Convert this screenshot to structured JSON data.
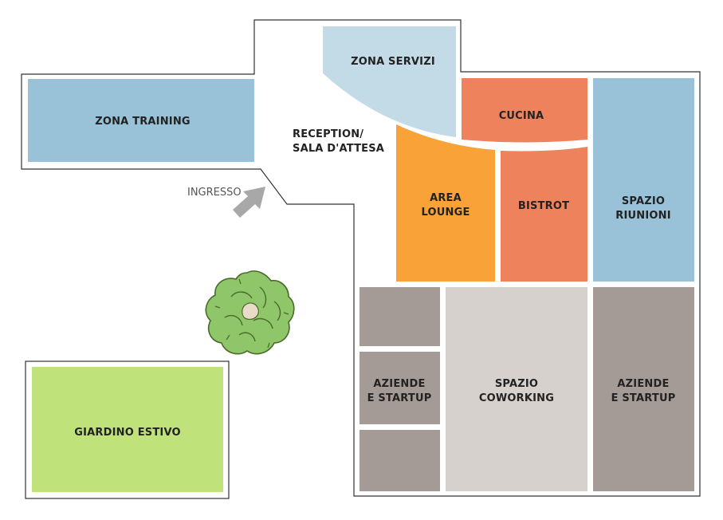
{
  "floor_plan": {
    "entrance_label": "INGRESSO",
    "rooms": {
      "zona_training": {
        "label_lines": [
          "ZONA TRAINING"
        ],
        "color": "#99c2d8"
      },
      "zona_servizi": {
        "label_lines": [
          "ZONA SERVIZI"
        ],
        "color": "#c3dbe6"
      },
      "reception": {
        "label_lines": [
          "RECEPTION/",
          "SALA D'ATTESA"
        ]
      },
      "cucina": {
        "label_lines": [
          "CUCINA"
        ],
        "color": "#ee825c"
      },
      "area_lounge": {
        "label_lines": [
          "AREA",
          "LOUNGE"
        ],
        "color": "#f9a238"
      },
      "bistrot": {
        "label_lines": [
          "BISTROT"
        ],
        "color": "#ee825c"
      },
      "spazio_riunioni": {
        "label_lines": [
          "SPAZIO",
          "RIUNIONI"
        ],
        "color": "#99c2d8"
      },
      "aziende_startup_left": {
        "label_lines": [
          "AZIENDE",
          "E STARTUP"
        ],
        "color": "#a59b96"
      },
      "spazio_coworking": {
        "label_lines": [
          "SPAZIO",
          "COWORKING"
        ],
        "color": "#d7d1cd"
      },
      "aziende_startup_right": {
        "label_lines": [
          "AZIENDE",
          "E STARTUP"
        ],
        "color": "#a59b96"
      },
      "giardino_estivo": {
        "label_lines": [
          "GIARDINO ESTIVO"
        ],
        "color": "#c0e27a"
      }
    },
    "colors": {
      "outline": "#333333",
      "arrow": "#a8a8a8",
      "tree_fill": "#8fc66a",
      "tree_stroke": "#4a6a2a"
    }
  }
}
